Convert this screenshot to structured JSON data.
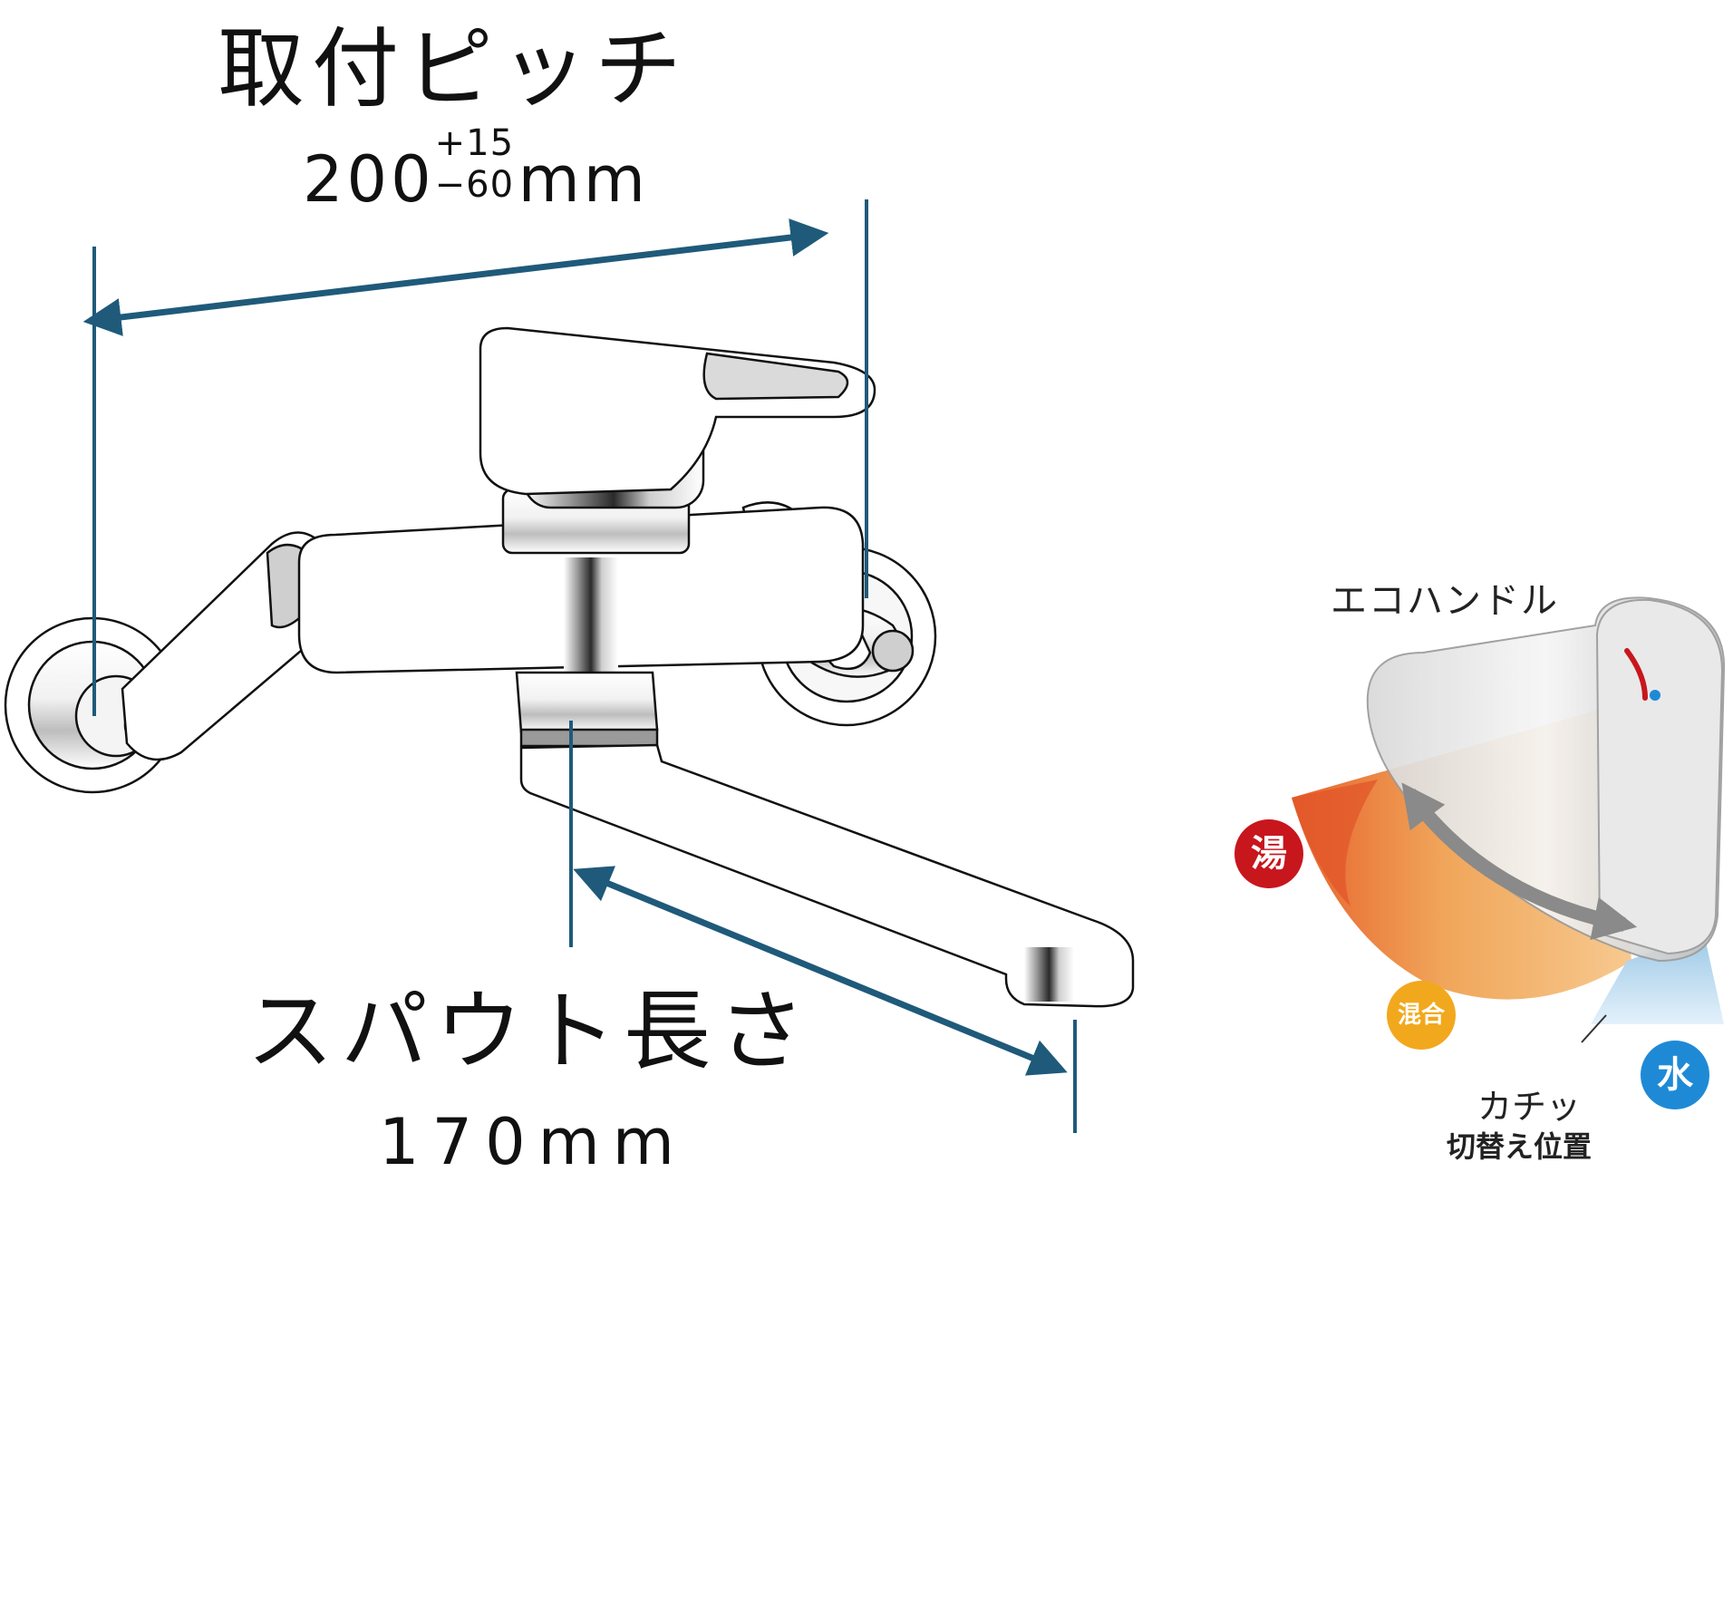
{
  "mounting_pitch": {
    "heading": "取付ピッチ",
    "value": "200",
    "tolerance_plus": "+15",
    "tolerance_minus": "−60",
    "unit": "mm"
  },
  "spout_length": {
    "heading": "スパウト長さ",
    "value": "170mm"
  },
  "eco_handle": {
    "title": "エコハンドル",
    "hot_label": "湯",
    "mix_label": "混合",
    "cold_label": "水",
    "click_label": "カチッ",
    "switch_label": "切替え位置"
  },
  "colors": {
    "dimension_line": "#1f5a7a",
    "hot": "#c8161d",
    "mix": "#f2a81d",
    "cold": "#1e8ad6"
  }
}
